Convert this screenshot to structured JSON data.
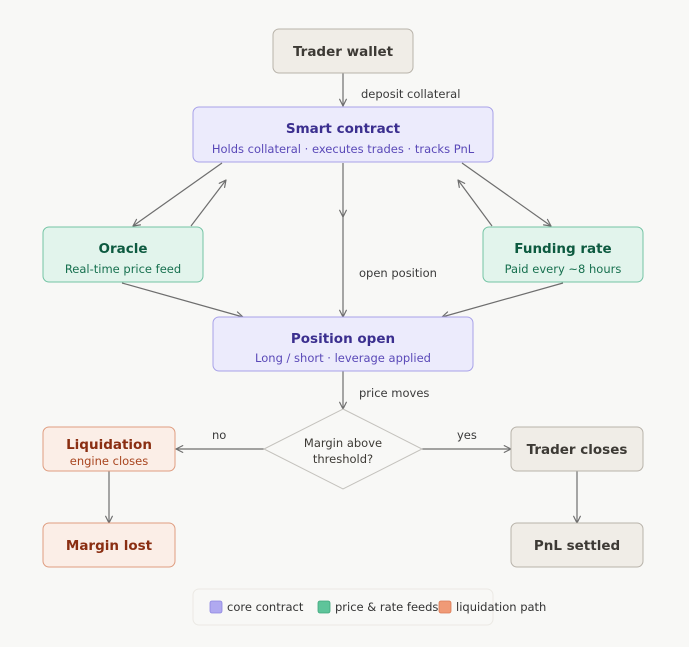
{
  "colors": {
    "background": "#f8f8f6",
    "neutral_fill": "#f0ede7",
    "neutral_stroke": "#b8b3aa",
    "neutral_text": "#3d3a35",
    "core_fill": "#ecebfc",
    "core_stroke": "#a8a2e8",
    "core_title": "#3b2f8f",
    "core_sub": "#5a49b8",
    "feed_fill": "#e2f4ec",
    "feed_stroke": "#74c4a4",
    "feed_title": "#0d5a40",
    "feed_sub": "#17704f",
    "liq_fill": "#fbeee7",
    "liq_stroke": "#df9d80",
    "liq_title": "#8a2e12",
    "liq_sub": "#a8441e",
    "edge": "#6e6e6e",
    "legend_core": "#b0a9f0",
    "legend_feed": "#5ec49a",
    "legend_liq": "#f09a76"
  },
  "nodes": {
    "trader_wallet": {
      "title": "Trader wallet"
    },
    "smart_contract": {
      "title": "Smart contract",
      "subtitle": "Holds collateral · executes trades · tracks PnL"
    },
    "oracle": {
      "title": "Oracle",
      "subtitle": "Real-time price feed"
    },
    "funding_rate": {
      "title": "Funding rate",
      "subtitle": "Paid every ~8 hours"
    },
    "position_open": {
      "title": "Position open",
      "subtitle": "Long / short · leverage applied"
    },
    "decision": {
      "line1": "Margin above",
      "line2": "threshold?"
    },
    "liquidation": {
      "title": "Liquidation",
      "subtitle": "engine closes"
    },
    "margin_lost": {
      "title": "Margin lost"
    },
    "trader_closes": {
      "title": "Trader closes"
    },
    "pnl_settled": {
      "title": "PnL settled"
    }
  },
  "edges": {
    "deposit_collateral": "deposit collateral",
    "open_position": "open position",
    "price_moves": "price moves",
    "no": "no",
    "yes": "yes"
  },
  "legend": {
    "core": "core contract",
    "feeds": "price & rate feeds",
    "liquidation": "liquidation path"
  }
}
